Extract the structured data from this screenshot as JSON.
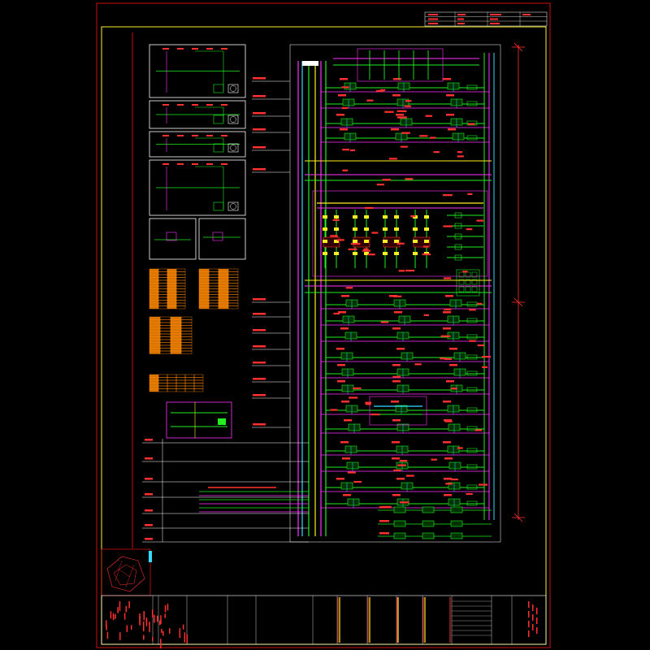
{
  "drawing": {
    "background": "#000000",
    "colors": {
      "frame_outer": "#cc1111",
      "frame_inner": "#ffee33",
      "pipe_green": "#22ee22",
      "pipe_magenta": "#ff33ff",
      "pipe_cyan": "#33ddff",
      "pipe_yellow": "#ffee22",
      "label_red": "#ff3030",
      "panel_white": "#ffffff",
      "table_orange": "#ff8800"
    },
    "layers": [
      "frame",
      "title-block",
      "schematic-panels",
      "tables",
      "riser-diagram",
      "dimension-line",
      "location-map"
    ]
  }
}
